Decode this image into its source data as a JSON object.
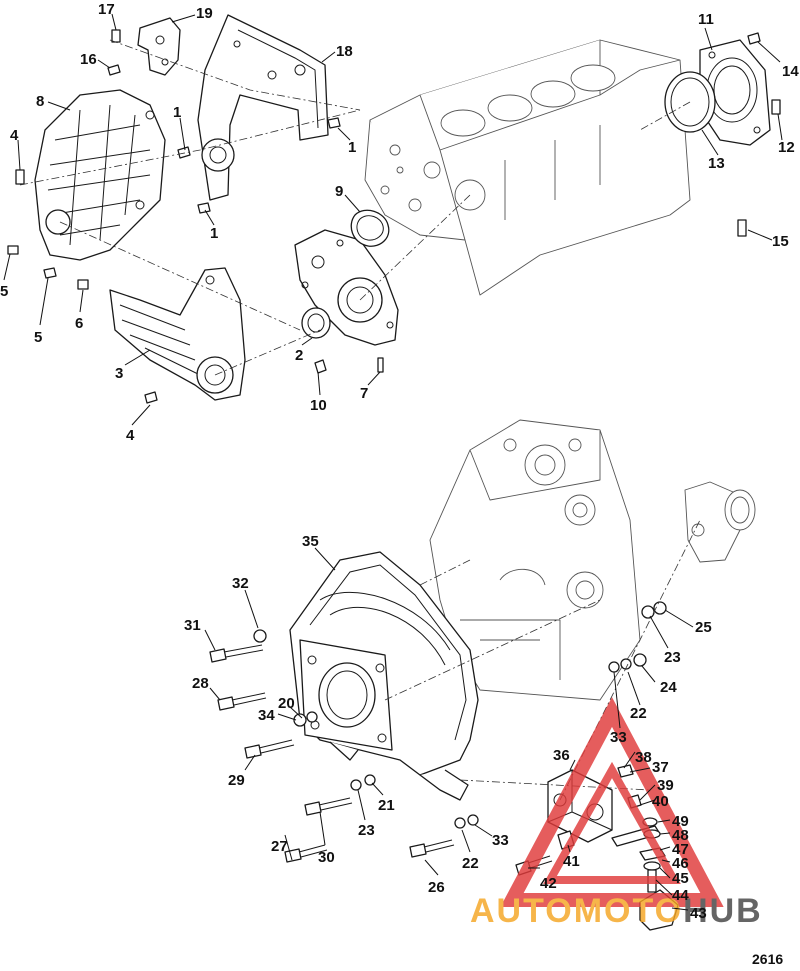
{
  "figure_number": "2616",
  "watermark": {
    "part1": "AUTOMOTO",
    "part2": "HUB",
    "color1": "#f5a623",
    "color2": "#e03a3a",
    "color_dark": "#444444"
  },
  "colors": {
    "line": "#1a1a1a",
    "accent": "#e03a3a"
  },
  "callouts": [
    {
      "id": "17",
      "label": "17"
    },
    {
      "id": "19",
      "label": "19"
    },
    {
      "id": "16",
      "label": "16"
    },
    {
      "id": "18",
      "label": "18"
    },
    {
      "id": "8",
      "label": "8"
    },
    {
      "id": "1a",
      "label": "1"
    },
    {
      "id": "1b",
      "label": "1"
    },
    {
      "id": "1c",
      "label": "1"
    },
    {
      "id": "4a",
      "label": "4"
    },
    {
      "id": "9",
      "label": "9"
    },
    {
      "id": "5a",
      "label": "5"
    },
    {
      "id": "5b",
      "label": "5"
    },
    {
      "id": "6",
      "label": "6"
    },
    {
      "id": "3",
      "label": "3"
    },
    {
      "id": "2",
      "label": "2"
    },
    {
      "id": "7",
      "label": "7"
    },
    {
      "id": "10",
      "label": "10"
    },
    {
      "id": "4b",
      "label": "4"
    },
    {
      "id": "11",
      "label": "11"
    },
    {
      "id": "14",
      "label": "14"
    },
    {
      "id": "12",
      "label": "12"
    },
    {
      "id": "13",
      "label": "13"
    },
    {
      "id": "15",
      "label": "15"
    },
    {
      "id": "35",
      "label": "35"
    },
    {
      "id": "32",
      "label": "32"
    },
    {
      "id": "31",
      "label": "31"
    },
    {
      "id": "28",
      "label": "28"
    },
    {
      "id": "20",
      "label": "20"
    },
    {
      "id": "34",
      "label": "34"
    },
    {
      "id": "29",
      "label": "29"
    },
    {
      "id": "21",
      "label": "21"
    },
    {
      "id": "23a",
      "label": "23"
    },
    {
      "id": "27",
      "label": "27"
    },
    {
      "id": "30",
      "label": "30"
    },
    {
      "id": "33a",
      "label": "33"
    },
    {
      "id": "22a",
      "label": "22"
    },
    {
      "id": "26",
      "label": "26"
    },
    {
      "id": "25",
      "label": "25"
    },
    {
      "id": "23b",
      "label": "23"
    },
    {
      "id": "24",
      "label": "24"
    },
    {
      "id": "22b",
      "label": "22"
    },
    {
      "id": "33b",
      "label": "33"
    },
    {
      "id": "36",
      "label": "36"
    },
    {
      "id": "38",
      "label": "38"
    },
    {
      "id": "37",
      "label": "37"
    },
    {
      "id": "39",
      "label": "39"
    },
    {
      "id": "40",
      "label": "40"
    },
    {
      "id": "49",
      "label": "49"
    },
    {
      "id": "48",
      "label": "48"
    },
    {
      "id": "47",
      "label": "47"
    },
    {
      "id": "46",
      "label": "46"
    },
    {
      "id": "45",
      "label": "45"
    },
    {
      "id": "44",
      "label": "44"
    },
    {
      "id": "43",
      "label": "43"
    },
    {
      "id": "41",
      "label": "41"
    },
    {
      "id": "42",
      "label": "42"
    }
  ]
}
